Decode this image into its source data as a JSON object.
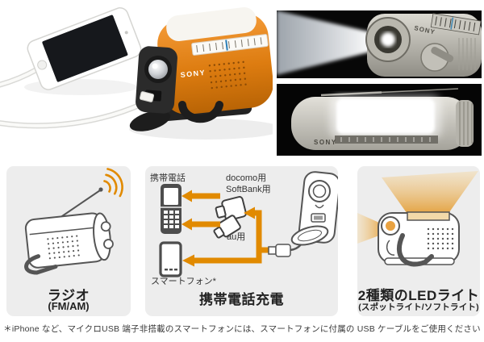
{
  "brand": "SONY",
  "colors": {
    "accent_orange": "#E18A00",
    "panel_bg": "#EDEDED",
    "device_orange": "#E07F12",
    "photo_bg_dark": "#070707"
  },
  "hero": {
    "main_photo_name": "radio-charging-iphone-photo",
    "spot_photo_name": "spotlight-beam-photo",
    "soft_photo_name": "softlight-glow-photo"
  },
  "panels": {
    "radio": {
      "title": "ラジオ",
      "subtitle": "(FM/AM)"
    },
    "charge": {
      "title": "携帯電話充電",
      "labels": {
        "mobile": "携帯電話",
        "docomo": "docomo用",
        "softbank": "SoftBank用",
        "au": "au用",
        "smartphone": "スマートフォン*"
      }
    },
    "led": {
      "title": "2種類のLEDライト",
      "subtitle": "(スポットライト/ソフトライト)"
    }
  },
  "footnote": "＊iPhone など、マイクロUSB 端子非搭載のスマートフォンには、スマートフォンに付属の USB ケーブルをご使用ください"
}
